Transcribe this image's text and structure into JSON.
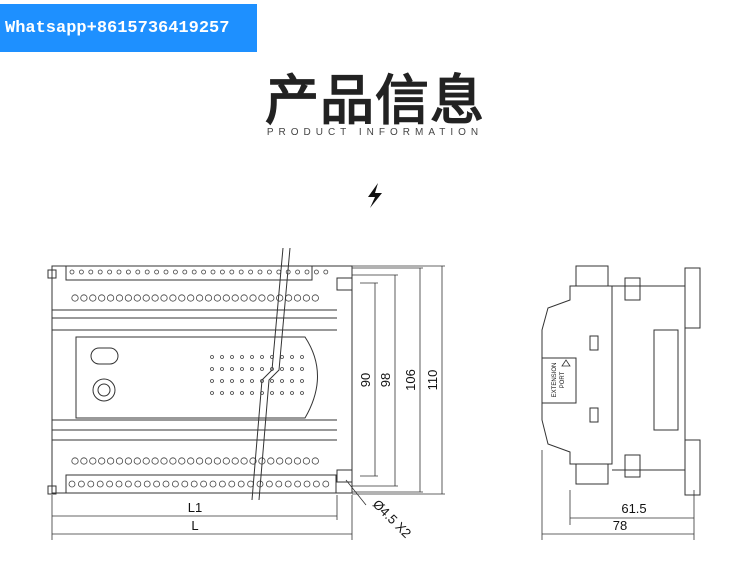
{
  "watermark": {
    "text": "Whatsapp+8615736419257",
    "bg_color": "#1e90ff"
  },
  "header": {
    "title": "产品信息",
    "subtitle": "PRODUCT INFORMATION"
  },
  "icons": {
    "divider": "lightning-bolt-icon"
  },
  "front_view": {
    "dimensions": {
      "d90": "90",
      "d98": "98",
      "d106": "106",
      "d110": "110",
      "L1": "L1",
      "L": "L",
      "hole": "Ø4.5 X2"
    }
  },
  "side_view": {
    "port_label_1": "EXTENSION",
    "port_label_2": "PORT",
    "dimensions": {
      "d615": "61.5",
      "d78": "78"
    }
  }
}
